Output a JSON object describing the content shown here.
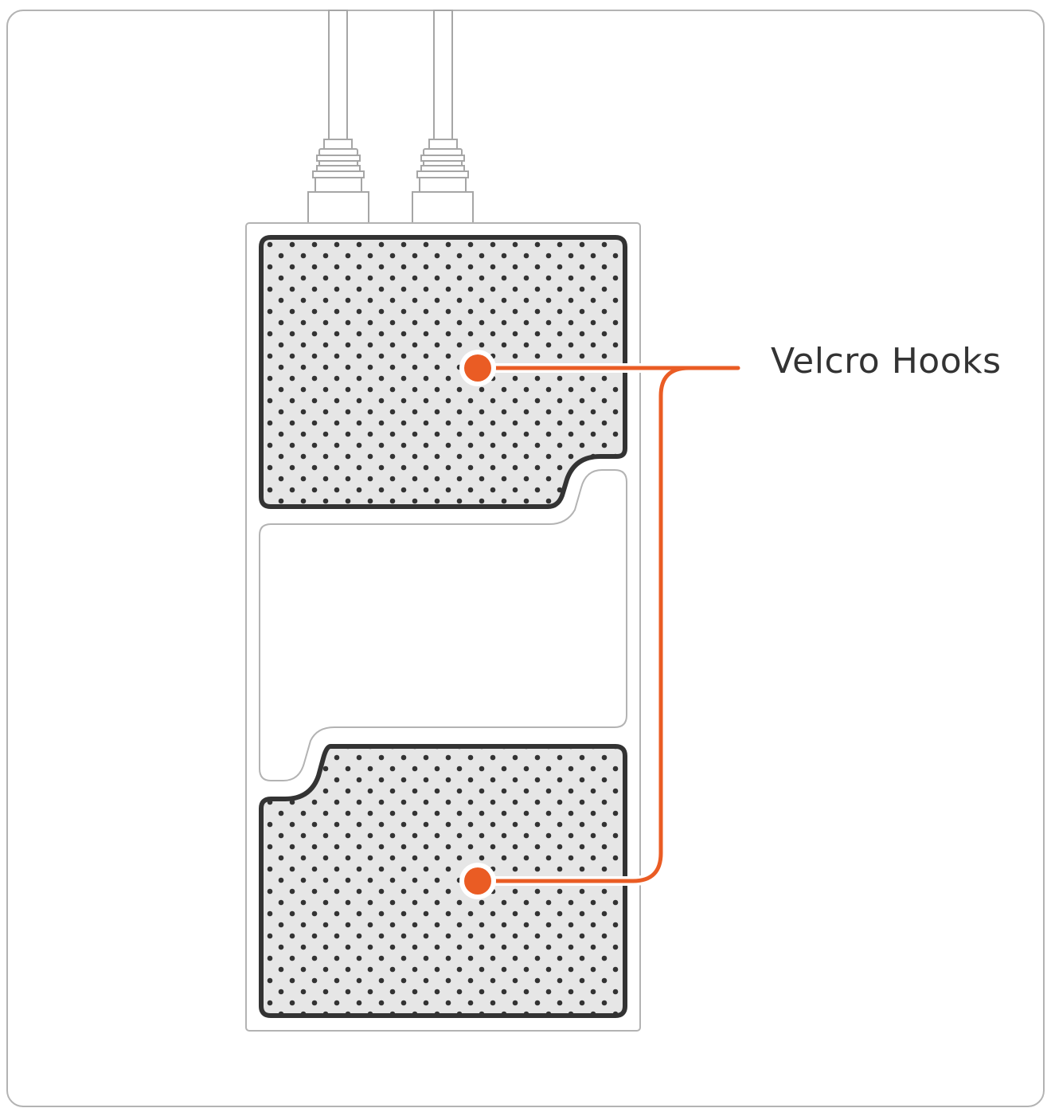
{
  "callout": {
    "label": "Velcro Hooks"
  },
  "colors": {
    "accent": "#ea5c24",
    "outline": "#b3b3b3",
    "pad_border": "#333333",
    "pad_fill": "#e6e6e6",
    "dots": "#333333"
  },
  "components": [
    "device-body",
    "cable-left",
    "cable-right",
    "connector-left",
    "connector-right",
    "velcro-pad-top",
    "velcro-pad-bottom",
    "center-recess"
  ]
}
